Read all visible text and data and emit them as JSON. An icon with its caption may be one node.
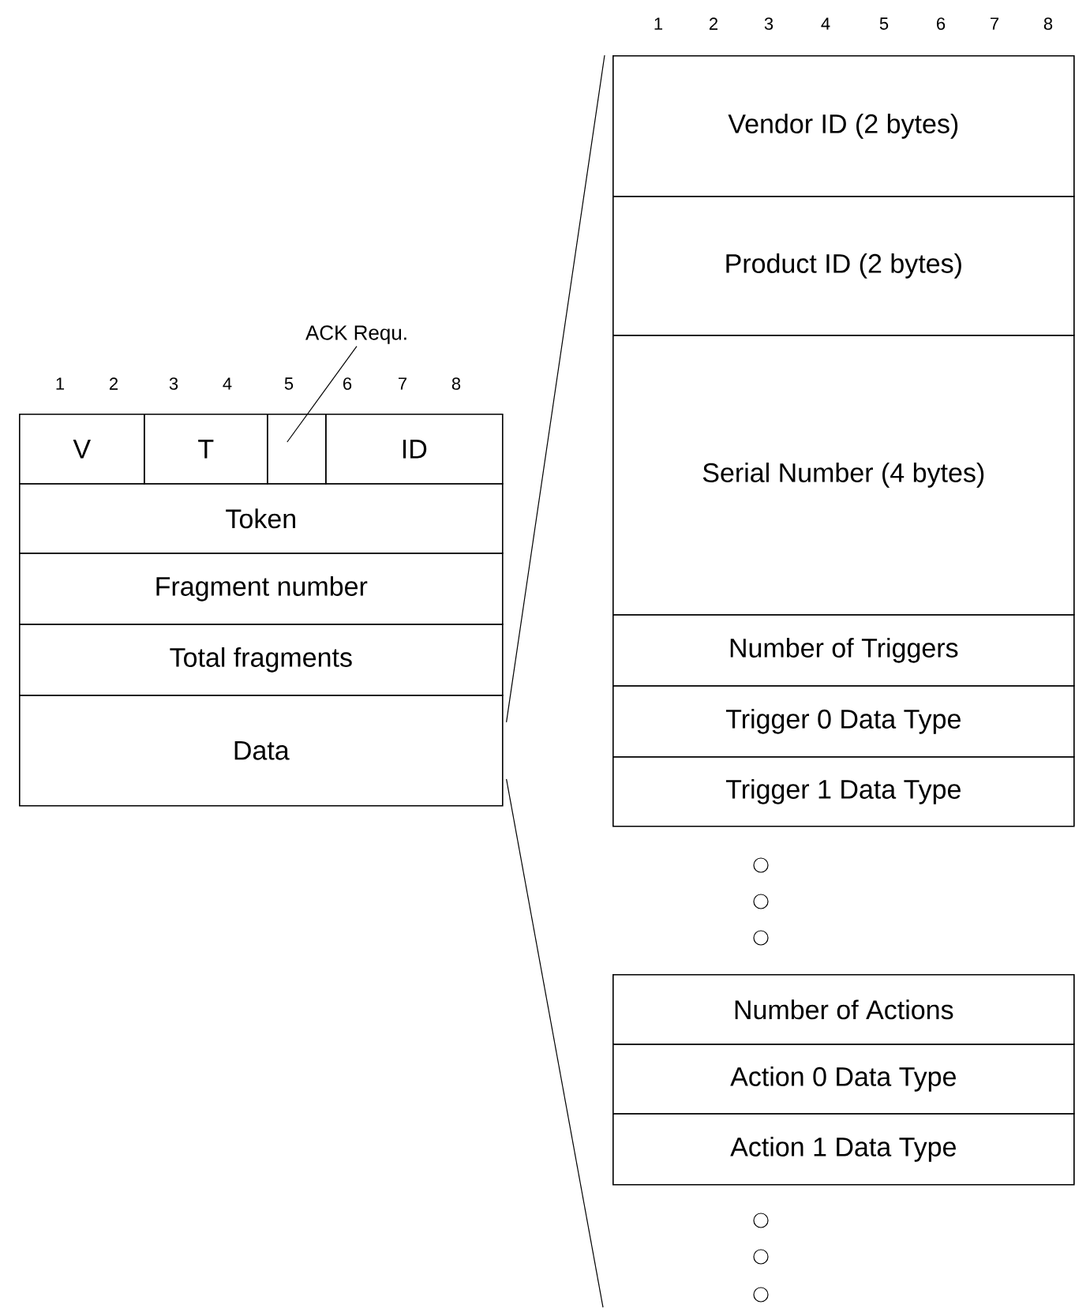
{
  "diagram": {
    "nodes": [
      {
        "text": [
          "ACK Requ."
        ]
      },
      {
        "text": [
          "V"
        ]
      },
      {
        "text": [
          "T"
        ]
      },
      {
        "text": [],
        "shape": "box"
      },
      {
        "text": [
          "ID"
        ]
      },
      {
        "text": [
          "Token"
        ]
      },
      {
        "text": [
          "Fragment number"
        ]
      },
      {
        "text": [
          "Total fragments"
        ]
      },
      {
        "text": [
          "Data"
        ]
      },
      {
        "text": [
          "Vendor ID (2 bytes)"
        ]
      },
      {
        "text": [
          "Product ID (2 bytes)"
        ]
      },
      {
        "text": [
          "Serial Number (4 bytes)"
        ]
      },
      {
        "text": [
          "Number of Triggers"
        ]
      },
      {
        "text": [
          "Trigger 0 Data Type"
        ]
      },
      {
        "text": [
          "Trigger 1 Data Type"
        ]
      },
      {
        "text": [
          "Number of Actions"
        ]
      },
      {
        "text": [
          "Action 0 Data Type"
        ]
      },
      {
        "text": [
          "Action 1 Data Type"
        ]
      }
    ],
    "edges": [
      {
        "from": 0,
        "to": 3,
        "arrow": "none"
      },
      {
        "from": 8,
        "to": 9,
        "arrow": "none"
      },
      {
        "from": 8,
        "to": null,
        "arrow": "none"
      }
    ],
    "labels": [
      "1",
      "2",
      "3",
      "4",
      "5",
      "6",
      "7",
      "8",
      "1",
      "2",
      "3",
      "4",
      "5",
      "6",
      "7",
      "8"
    ]
  }
}
